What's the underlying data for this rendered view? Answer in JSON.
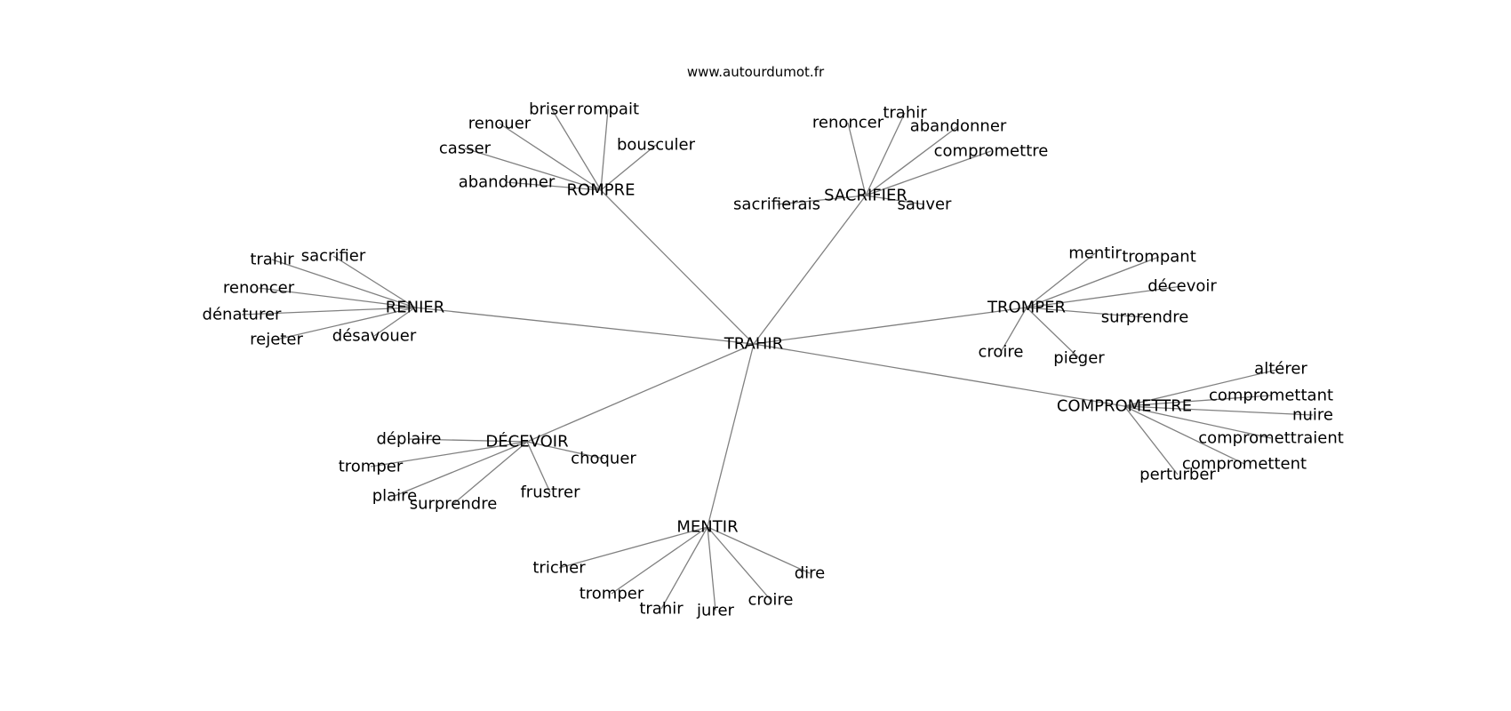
{
  "source_label": "www.autourdumot.fr",
  "graph": {
    "nodes": [
      {
        "id": "trahir_center",
        "label": "TRAHIR",
        "hub": true
      },
      {
        "id": "rompre",
        "label": "ROMPRE",
        "hub": true
      },
      {
        "id": "sacrifier",
        "label": "SACRIFIER",
        "hub": true
      },
      {
        "id": "renier",
        "label": "RENIER",
        "hub": true
      },
      {
        "id": "tromper_hub",
        "label": "TROMPER",
        "hub": true
      },
      {
        "id": "compromettre_hub",
        "label": "COMPROMETTRE",
        "hub": true
      },
      {
        "id": "decevoir",
        "label": "DÉCEVOIR",
        "hub": true
      },
      {
        "id": "mentir_hub",
        "label": "MENTIR",
        "hub": true
      },
      {
        "id": "r_briser",
        "label": "briser"
      },
      {
        "id": "r_rompait",
        "label": "rompait"
      },
      {
        "id": "r_renouer",
        "label": "renouer"
      },
      {
        "id": "r_bousculer",
        "label": "bousculer"
      },
      {
        "id": "r_casser",
        "label": "casser"
      },
      {
        "id": "r_abandonner",
        "label": "abandonner"
      },
      {
        "id": "s_renoncer",
        "label": "renoncer"
      },
      {
        "id": "s_trahir",
        "label": "trahir"
      },
      {
        "id": "s_abandonner",
        "label": "abandonner"
      },
      {
        "id": "s_compromettre",
        "label": "compromettre"
      },
      {
        "id": "s_sacrifierais",
        "label": "sacrifierais"
      },
      {
        "id": "s_sauver",
        "label": "sauver"
      },
      {
        "id": "n_trahir",
        "label": "trahir"
      },
      {
        "id": "n_sacrifier",
        "label": "sacrifier"
      },
      {
        "id": "n_renoncer",
        "label": "renoncer"
      },
      {
        "id": "n_denaturer",
        "label": "dénaturer"
      },
      {
        "id": "n_rejeter",
        "label": "rejeter"
      },
      {
        "id": "n_desavouer",
        "label": "désavouer"
      },
      {
        "id": "t_mentir",
        "label": "mentir"
      },
      {
        "id": "t_trompant",
        "label": "trompant"
      },
      {
        "id": "t_decevoir",
        "label": "décevoir"
      },
      {
        "id": "t_surprendre",
        "label": "surprendre"
      },
      {
        "id": "t_croire",
        "label": "croire"
      },
      {
        "id": "t_pieger",
        "label": "piéger"
      },
      {
        "id": "c_alterer",
        "label": "altérer"
      },
      {
        "id": "c_compromettant",
        "label": "compromettant"
      },
      {
        "id": "c_nuire",
        "label": "nuire"
      },
      {
        "id": "c_compromettraient",
        "label": "compromettraient"
      },
      {
        "id": "c_compromettent",
        "label": "compromettent"
      },
      {
        "id": "c_perturber",
        "label": "perturber"
      },
      {
        "id": "d_deplaire",
        "label": "déplaire"
      },
      {
        "id": "d_tromper",
        "label": "tromper"
      },
      {
        "id": "d_plaire",
        "label": "plaire"
      },
      {
        "id": "d_surprendre",
        "label": "surprendre"
      },
      {
        "id": "d_frustrer",
        "label": "frustrer"
      },
      {
        "id": "d_choquer",
        "label": "choquer"
      },
      {
        "id": "m_tricher",
        "label": "tricher"
      },
      {
        "id": "m_tromper",
        "label": "tromper"
      },
      {
        "id": "m_trahir",
        "label": "trahir"
      },
      {
        "id": "m_jurer",
        "label": "jurer"
      },
      {
        "id": "m_croire",
        "label": "croire"
      },
      {
        "id": "m_dire",
        "label": "dire"
      }
    ],
    "edges": [
      [
        "trahir_center",
        "rompre"
      ],
      [
        "trahir_center",
        "sacrifier"
      ],
      [
        "trahir_center",
        "renier"
      ],
      [
        "trahir_center",
        "tromper_hub"
      ],
      [
        "trahir_center",
        "compromettre_hub"
      ],
      [
        "trahir_center",
        "decevoir"
      ],
      [
        "trahir_center",
        "mentir_hub"
      ],
      [
        "rompre",
        "r_briser"
      ],
      [
        "rompre",
        "r_rompait"
      ],
      [
        "rompre",
        "r_renouer"
      ],
      [
        "rompre",
        "r_bousculer"
      ],
      [
        "rompre",
        "r_casser"
      ],
      [
        "rompre",
        "r_abandonner"
      ],
      [
        "sacrifier",
        "s_renoncer"
      ],
      [
        "sacrifier",
        "s_trahir"
      ],
      [
        "sacrifier",
        "s_abandonner"
      ],
      [
        "sacrifier",
        "s_compromettre"
      ],
      [
        "sacrifier",
        "s_sacrifierais"
      ],
      [
        "sacrifier",
        "s_sauver"
      ],
      [
        "renier",
        "n_trahir"
      ],
      [
        "renier",
        "n_sacrifier"
      ],
      [
        "renier",
        "n_renoncer"
      ],
      [
        "renier",
        "n_denaturer"
      ],
      [
        "renier",
        "n_rejeter"
      ],
      [
        "renier",
        "n_desavouer"
      ],
      [
        "tromper_hub",
        "t_mentir"
      ],
      [
        "tromper_hub",
        "t_trompant"
      ],
      [
        "tromper_hub",
        "t_decevoir"
      ],
      [
        "tromper_hub",
        "t_surprendre"
      ],
      [
        "tromper_hub",
        "t_croire"
      ],
      [
        "tromper_hub",
        "t_pieger"
      ],
      [
        "compromettre_hub",
        "c_alterer"
      ],
      [
        "compromettre_hub",
        "c_compromettant"
      ],
      [
        "compromettre_hub",
        "c_nuire"
      ],
      [
        "compromettre_hub",
        "c_compromettraient"
      ],
      [
        "compromettre_hub",
        "c_compromettent"
      ],
      [
        "compromettre_hub",
        "c_perturber"
      ],
      [
        "decevoir",
        "d_deplaire"
      ],
      [
        "decevoir",
        "d_tromper"
      ],
      [
        "decevoir",
        "d_plaire"
      ],
      [
        "decevoir",
        "d_surprendre"
      ],
      [
        "decevoir",
        "d_frustrer"
      ],
      [
        "decevoir",
        "d_choquer"
      ],
      [
        "mentir_hub",
        "m_tricher"
      ],
      [
        "mentir_hub",
        "m_tromper"
      ],
      [
        "mentir_hub",
        "m_trahir"
      ],
      [
        "mentir_hub",
        "m_jurer"
      ],
      [
        "mentir_hub",
        "m_croire"
      ],
      [
        "mentir_hub",
        "m_dire"
      ]
    ]
  }
}
